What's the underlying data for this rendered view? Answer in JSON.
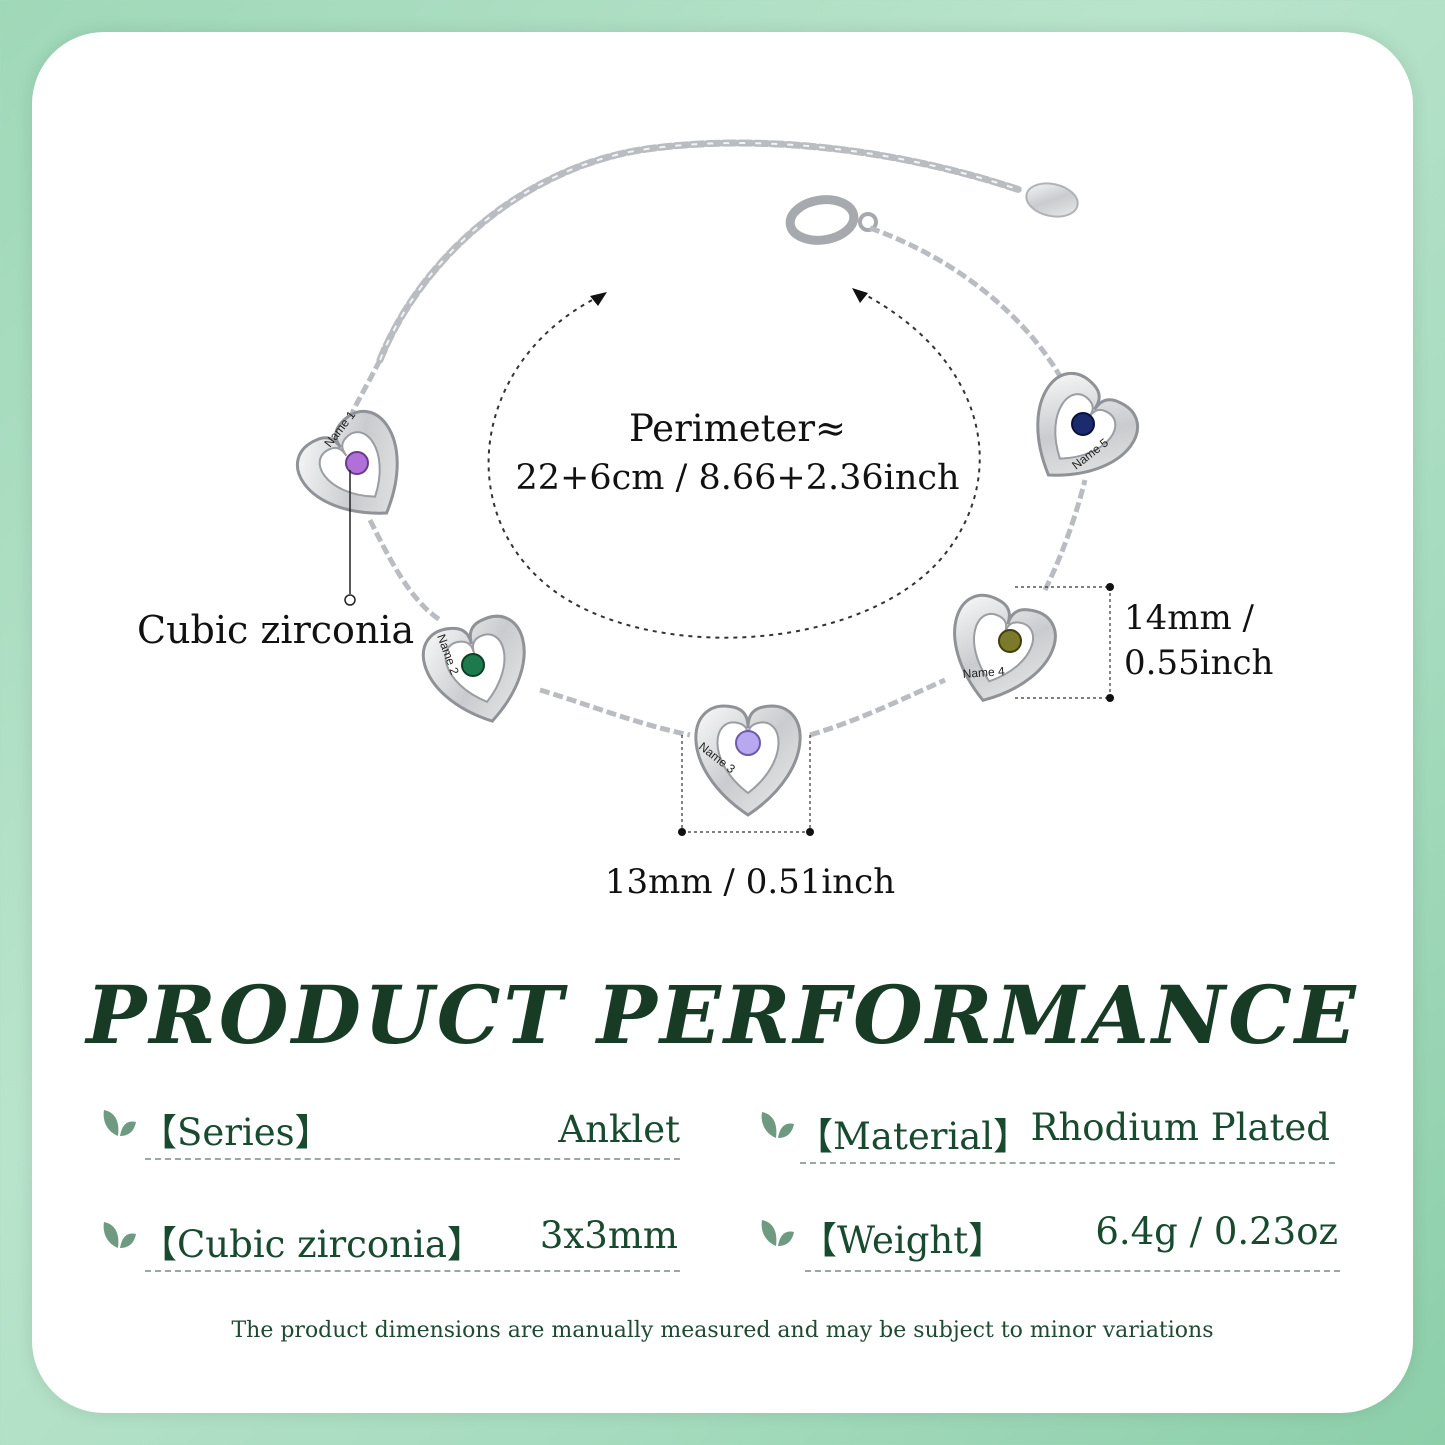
{
  "perimeter": {
    "line1": "Perimeter≈",
    "line2": "22+6cm / 8.66+2.36inch"
  },
  "callouts": {
    "stone_label": "Cubic zirconia",
    "height_label_1": "14mm /",
    "height_label_2": "0.55inch",
    "width_label": "13mm / 0.51inch"
  },
  "charm_engravings": [
    "Name 1",
    "Name 2",
    "Name 3",
    "Name 4",
    "Name 5"
  ],
  "stone_colors": [
    "#b070d8",
    "#1c7a4c",
    "#b8a8f0",
    "#7a7a2a",
    "#1c2a6e"
  ],
  "headline": "PRODUCT PERFORMANCE",
  "specs": [
    {
      "label": "【Series】",
      "value": "Anklet"
    },
    {
      "label": "【Material】",
      "value": "Rhodium Plated"
    },
    {
      "label": "【Cubic zirconia】",
      "value": "3x3mm"
    },
    {
      "label": "【Weight】",
      "value": "6.4g / 0.23oz"
    }
  ],
  "footnote": "The product dimensions are manually measured and may be subject to minor variations",
  "colors": {
    "background": "#a6dbbf",
    "headline": "#173b25",
    "spec_text": "#174a2e",
    "leaf": "#6f9a82"
  }
}
